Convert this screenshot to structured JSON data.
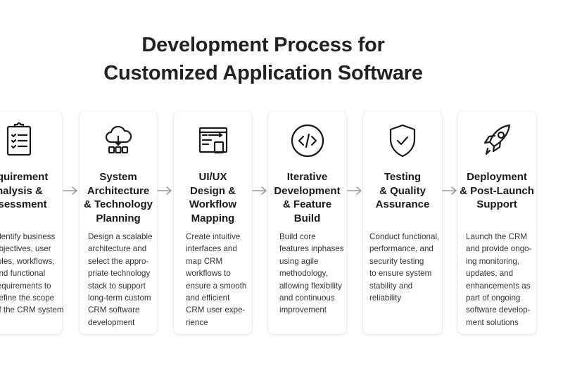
{
  "title_lines": [
    "Development Process for",
    "Customized Application Software"
  ],
  "steps": [
    {
      "icon": "clipboard-checklist-icon",
      "title_lines": [
        "Requirement",
        "Analysis &",
        "Assessment"
      ],
      "body_lines": [
        "Identify business",
        "objectives, user",
        "roles, workflows,",
        "and functional",
        "requirements to",
        "define the scope",
        "of the CRM system"
      ]
    },
    {
      "icon": "cloud-architecture-icon",
      "title_lines": [
        "System",
        "Architecture",
        "& Technology",
        "Planning"
      ],
      "body_lines": [
        "Design a scalable",
        "architecture and",
        "select the appro-",
        "priate technology",
        "stack to support",
        "long-term custom",
        "CRM software",
        "development"
      ]
    },
    {
      "icon": "wireframe-layout-icon",
      "title_lines": [
        "UI/UX",
        "Design &",
        "Workflow",
        "Mapping"
      ],
      "body_lines": [
        "Create intuitive",
        "interfaces and",
        "map CRM",
        "workflows to",
        "ensure a smooth",
        "and efficient",
        "CRM user expe-",
        "rience"
      ]
    },
    {
      "icon": "code-icon",
      "title_lines": [
        "Iterative",
        "Development",
        "& Feature",
        "Build"
      ],
      "body_lines": [
        "Build core",
        "features inphases",
        "using agile",
        "methodology,",
        "allowing flexibility",
        "and continuous",
        "improvement"
      ]
    },
    {
      "icon": "shield-check-icon",
      "title_lines": [
        "Testing",
        "& Quality",
        "Assurance"
      ],
      "body_lines": [
        "Conduct functional,",
        "performance, and",
        "security testing",
        "to ensure system",
        "stability and",
        "reliability"
      ]
    },
    {
      "icon": "rocket-icon",
      "title_lines": [
        "Deployment",
        "& Post-Launch",
        "Support"
      ],
      "body_lines": [
        "Launch the CRM",
        "and provide ongo-",
        "ing monitoring,",
        "updates, and",
        "enhancements as",
        "part of ongoing",
        "software develop-",
        "ment solutions"
      ]
    }
  ]
}
